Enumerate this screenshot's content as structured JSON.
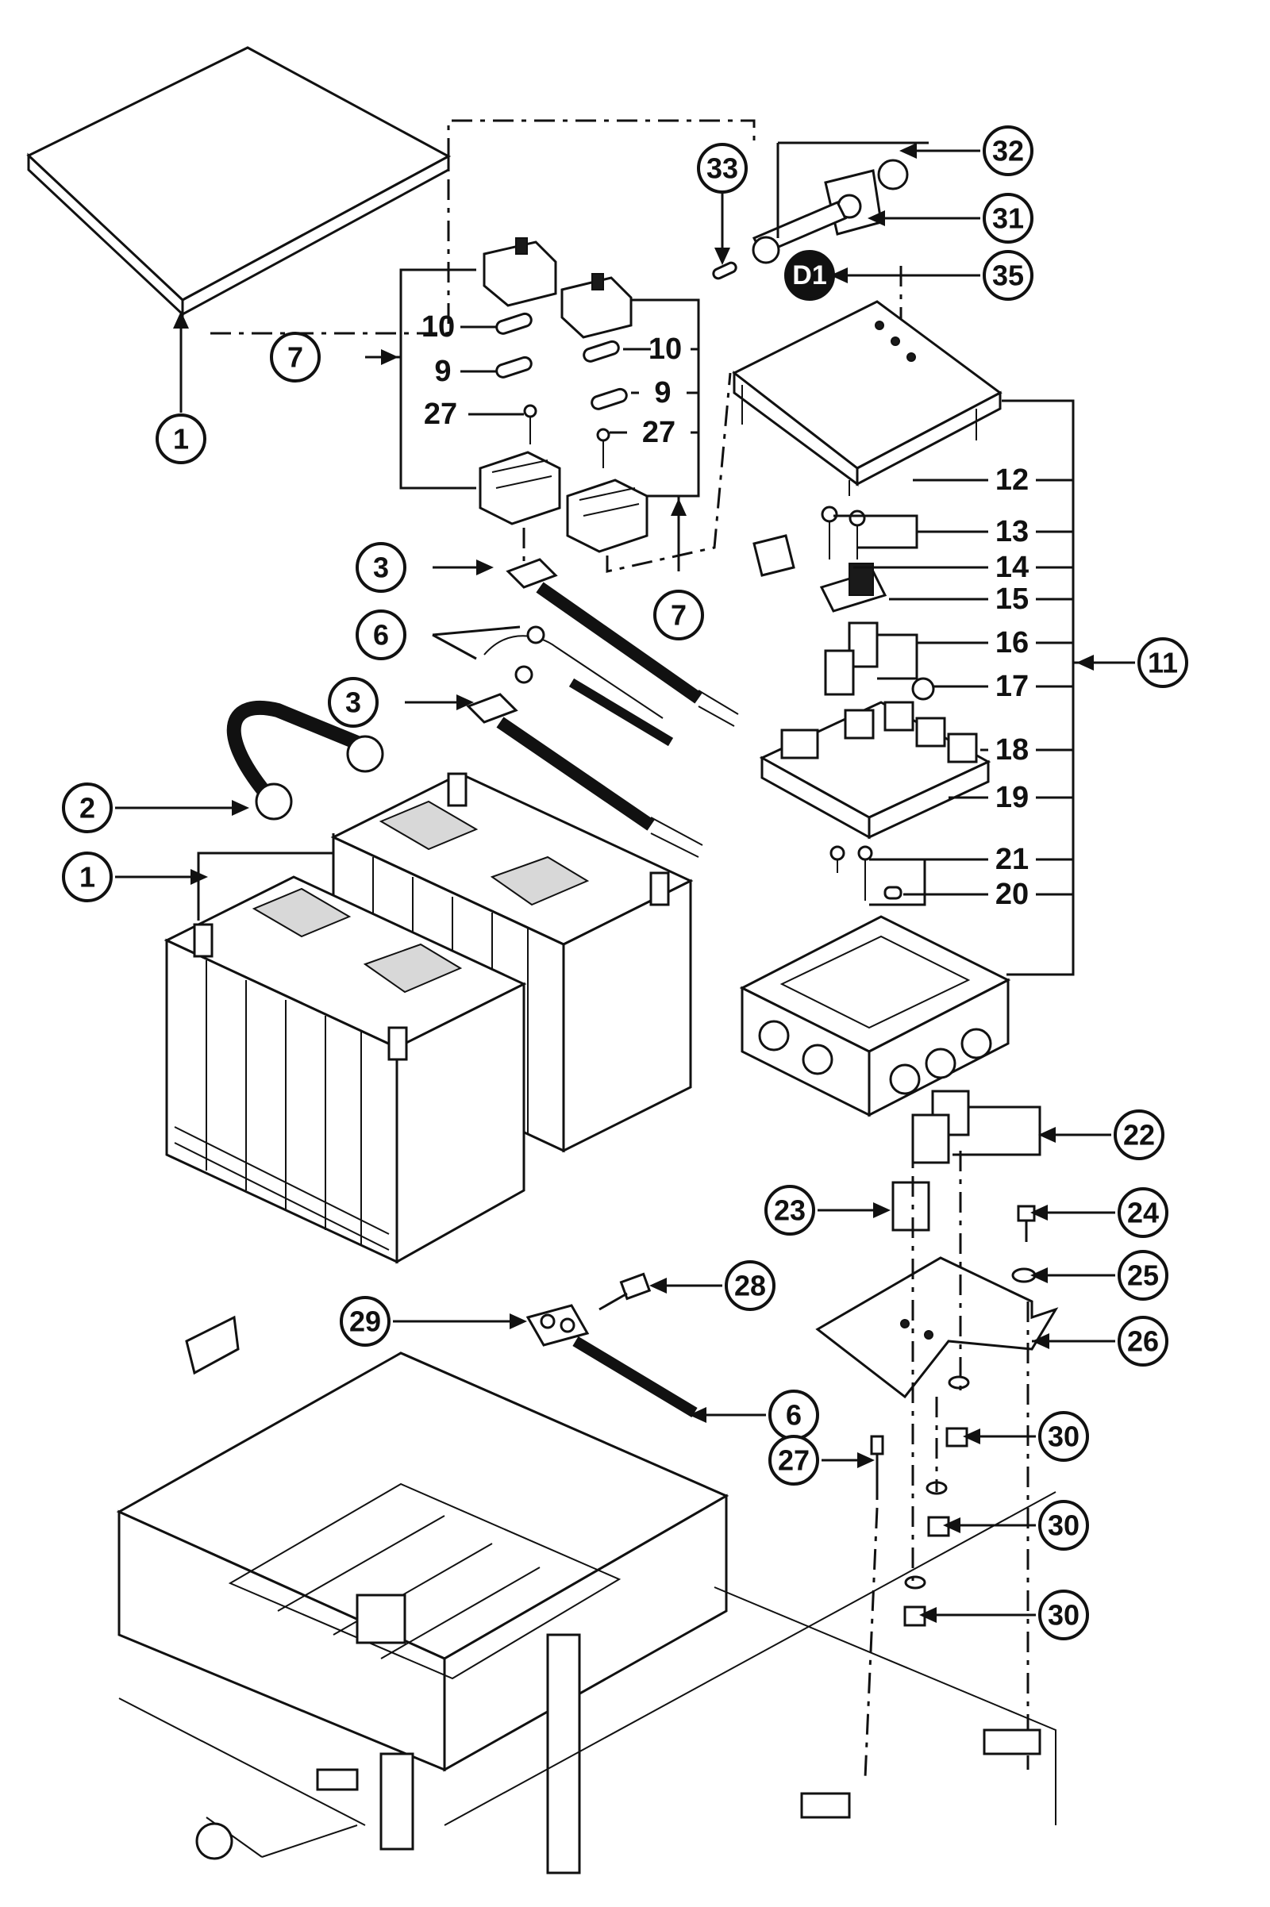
{
  "callouts": {
    "c1a": "1",
    "c1b": "1",
    "c2": "2",
    "c3a": "3",
    "c3b": "3",
    "c6a": "6",
    "c6b": "6",
    "c7a": "7",
    "c7b": "7",
    "c11": "11",
    "c22": "22",
    "c23": "23",
    "c24": "24",
    "c25": "25",
    "c26": "26",
    "c27": "27",
    "c28": "28",
    "c29": "29",
    "c30a": "30",
    "c30b": "30",
    "c30c": "30",
    "c31": "31",
    "c32": "32",
    "c33": "33",
    "d1": "D1",
    "c35": "35"
  },
  "labels": {
    "l10a": "10",
    "l9a": "9",
    "l27a": "27",
    "l10b": "10",
    "l9b": "9",
    "l27b": "27",
    "l12": "12",
    "l13": "13",
    "l14": "14",
    "l15": "15",
    "l16": "16",
    "l17": "17",
    "l18": "18",
    "l19": "19",
    "l21": "21",
    "l20": "20"
  }
}
